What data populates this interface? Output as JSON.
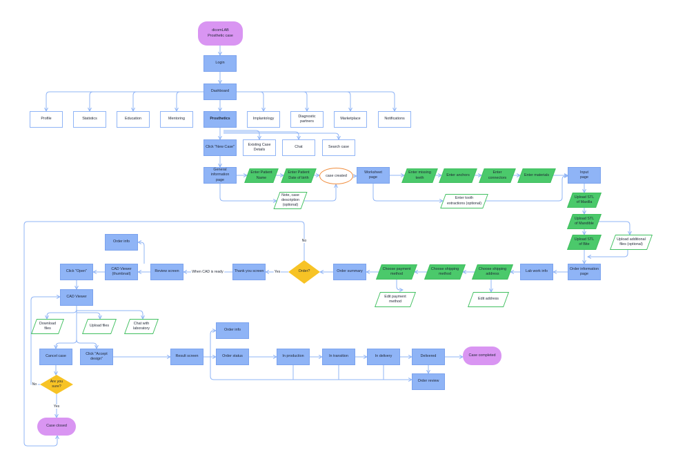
{
  "nodes": {
    "dicomlab": "dicomLAB\nProsthetic case",
    "login": "Login",
    "dashboard": "Dashboard",
    "profile": "Profile",
    "statistics": "Statistics",
    "education": "Education",
    "mentoring": "Mentoring",
    "prosthetics": "Prosthetics",
    "implantology": "Implantology",
    "diagnostic_partners": "Diagnostic partners",
    "marketplace": "Marketplace",
    "notifications": "Notifications",
    "click_new_case": "Click \"New Case\"",
    "existing_case_details": "Existing Case Details",
    "chat": "Chat",
    "search_case": "Search case",
    "general_information_page": "General information\npage",
    "enter_patient_name": "Enter Patient\nName",
    "enter_patient_dob": "Enter Patient\nDate of birth",
    "case_created": "case created",
    "note_case_description": "Note, case\ndescription\n(optional)",
    "worksheet_page": "Worksheet\npage",
    "enter_missing_teeth": "Enter missing\nteeth",
    "enter_anchors": "Enter anchors",
    "enter_connectors": "Enter\nconnectors",
    "enter_materials": "Enter materials",
    "enter_tooth_extractions": "Enter tooth\nextractions (optional)",
    "input_page": "Input\npage",
    "upload_stl_maxilla": "Upload STL\nof Maxilla",
    "upload_stl_mandible": "Upload STL\nof Mandible",
    "upload_stl_bite": "Upload STL\nof Bite",
    "upload_additional_files": "Upload additional\nfiles (optional)",
    "order_information_page": "Order information\npage",
    "lab_work_info": "Lab work info",
    "choose_shipping_address": "Choose shipping\naddress",
    "edit_address": "Edit address",
    "choose_shipping_method": "Choose shipping\nmethod",
    "choose_payment_method": "Choose payment\nmethod",
    "edit_payment_method": "Edit payment\nmethod",
    "order_summary": "Order summary",
    "order_decision": "Order?",
    "thank_you_screen": "Thank you screen",
    "review_screen": "Review screen",
    "cad_viewer_thumbnail": "CAD Viewer\n(thumbnail)",
    "order_info_top": "Order info",
    "click_open": "Click \"Open\"",
    "cad_viewer": "CAD Viewer",
    "download_files": "Download\nfiles",
    "upload_files": "Upload files",
    "chat_with_laboratory": "Chat with\nlaboratory",
    "cancel_case": "Cancel case",
    "click_accept_design": "Click \"Accept design\"",
    "are_you_sure": "Are you\nsure?",
    "case_closed": "Case closed",
    "result_screen": "Result screen",
    "order_info_bottom": "Order info",
    "order_status": "Order status",
    "in_production": "In production",
    "in_transition": "In transition",
    "in_delivery": "In delivery",
    "delivered": "Delivered",
    "case_completed": "Case completed",
    "order_review": "Order review"
  },
  "edge_labels": {
    "no_top": "No",
    "yes_order": "Yes",
    "when_cad_ready": "When CAD is ready",
    "no_left": "No",
    "yes_bottom": "Yes"
  },
  "colors": {
    "process": "#8fb4f6",
    "input_filled": "#4bc96b",
    "input_outline": "#3fbf5e",
    "terminal": "#d995f2",
    "decision": "#f7c325",
    "event": "#f08c3c",
    "connector": "#8fb4f6"
  }
}
